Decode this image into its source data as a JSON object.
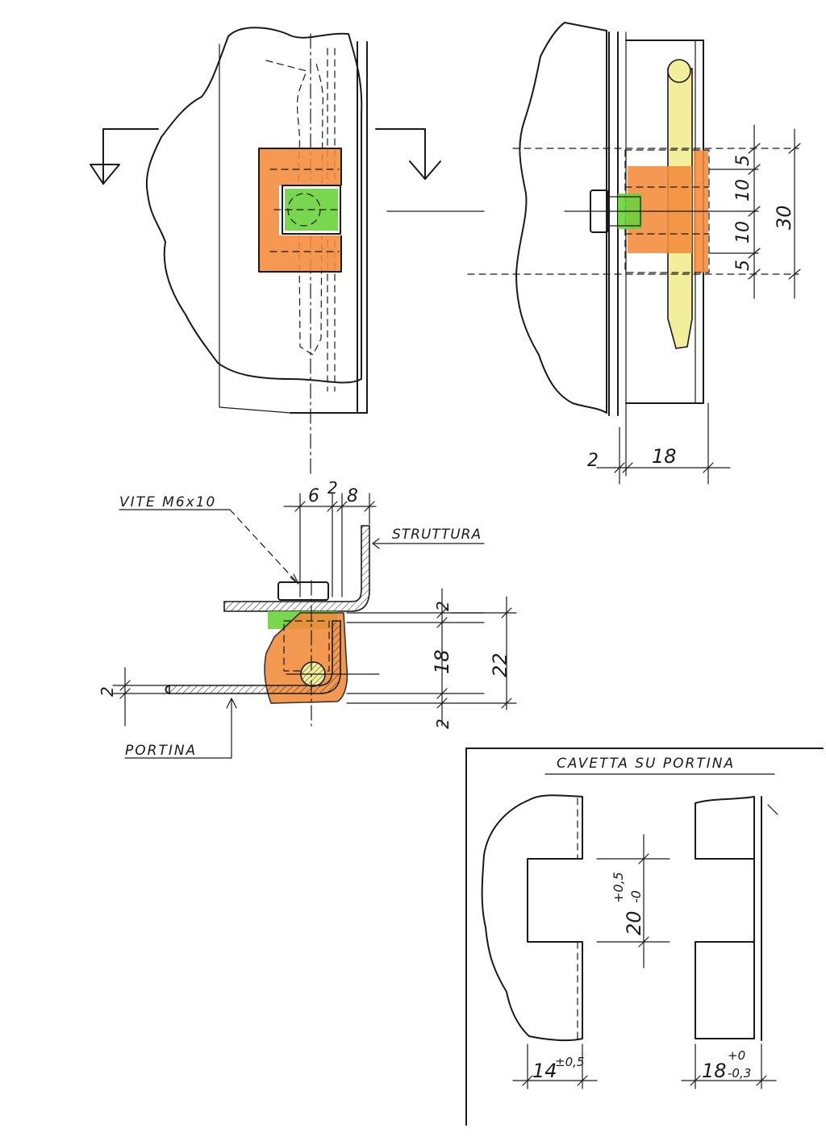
{
  "colors": {
    "ink": "#1a1a1a",
    "bracket_orange": "#f28a3a",
    "screw_green": "#6ad23c",
    "pin_yellow": "#f3ee9c",
    "paper": "#ffffff"
  },
  "side_view": {
    "dims": {
      "d5_top": "5",
      "d10_a": "10",
      "d10_b": "10",
      "d5_bottom": "5",
      "d30": "30",
      "d2": "2",
      "d18": "18"
    }
  },
  "section_view": {
    "screw_label": "VITE M6x10",
    "structure_label": "STRUTTURA",
    "door_label": "PORTINA",
    "dims": {
      "d6": "6",
      "d2_top": "2",
      "d8": "8",
      "d2_a": "2",
      "d18": "18",
      "d22": "22",
      "d2_b": "2",
      "d2_left": "2"
    }
  },
  "detail_box": {
    "title": "CAVETTA SU PORTINA",
    "dims": {
      "d20": "20",
      "d20_tol_plus": "+0,5",
      "d20_tol_minus": "-0",
      "d14": "14",
      "d14_tol": "±0,5",
      "d18": "18",
      "d18_tol_plus": "+0",
      "d18_tol_minus": "-0,3"
    }
  }
}
